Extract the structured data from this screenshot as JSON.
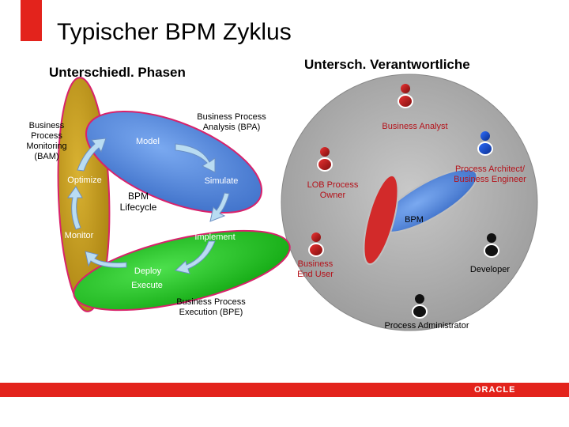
{
  "title": "Typischer BPM Zyklus",
  "subtitle_left": "Unterschiedl. Phasen",
  "subtitle_right": "Untersch. Verantwortliche",
  "phases": {
    "bam": "Business Process Monitoring (BAM)",
    "bpa": "Business Process Analysis (BPA)",
    "bpe": "Business Process Execution (BPE)"
  },
  "cycle_steps": {
    "model": "Model",
    "simulate": "Simulate",
    "optimize": "Optimize",
    "monitor": "Monitor",
    "implement": "Implement",
    "deploy": "Deploy",
    "execute": "Execute",
    "center": "BPM Lifecycle"
  },
  "roles": {
    "business_analyst": "Business Analyst",
    "lob_owner": "LOB Process Owner",
    "architect": "Process Architect/ Business Engineer",
    "bpm": "BPM",
    "end_user": "Business End User",
    "developer": "Developer",
    "administrator": "Process Administrator"
  },
  "colors": {
    "brand_red": "#e3231c",
    "ellipse_brown": "#c8a020",
    "ellipse_blue": "#5a8fe0",
    "ellipse_green": "#1ec81e",
    "circle_grey": "#b3b3b3",
    "label_red": "#b4121a"
  },
  "logo": "ORACLE"
}
